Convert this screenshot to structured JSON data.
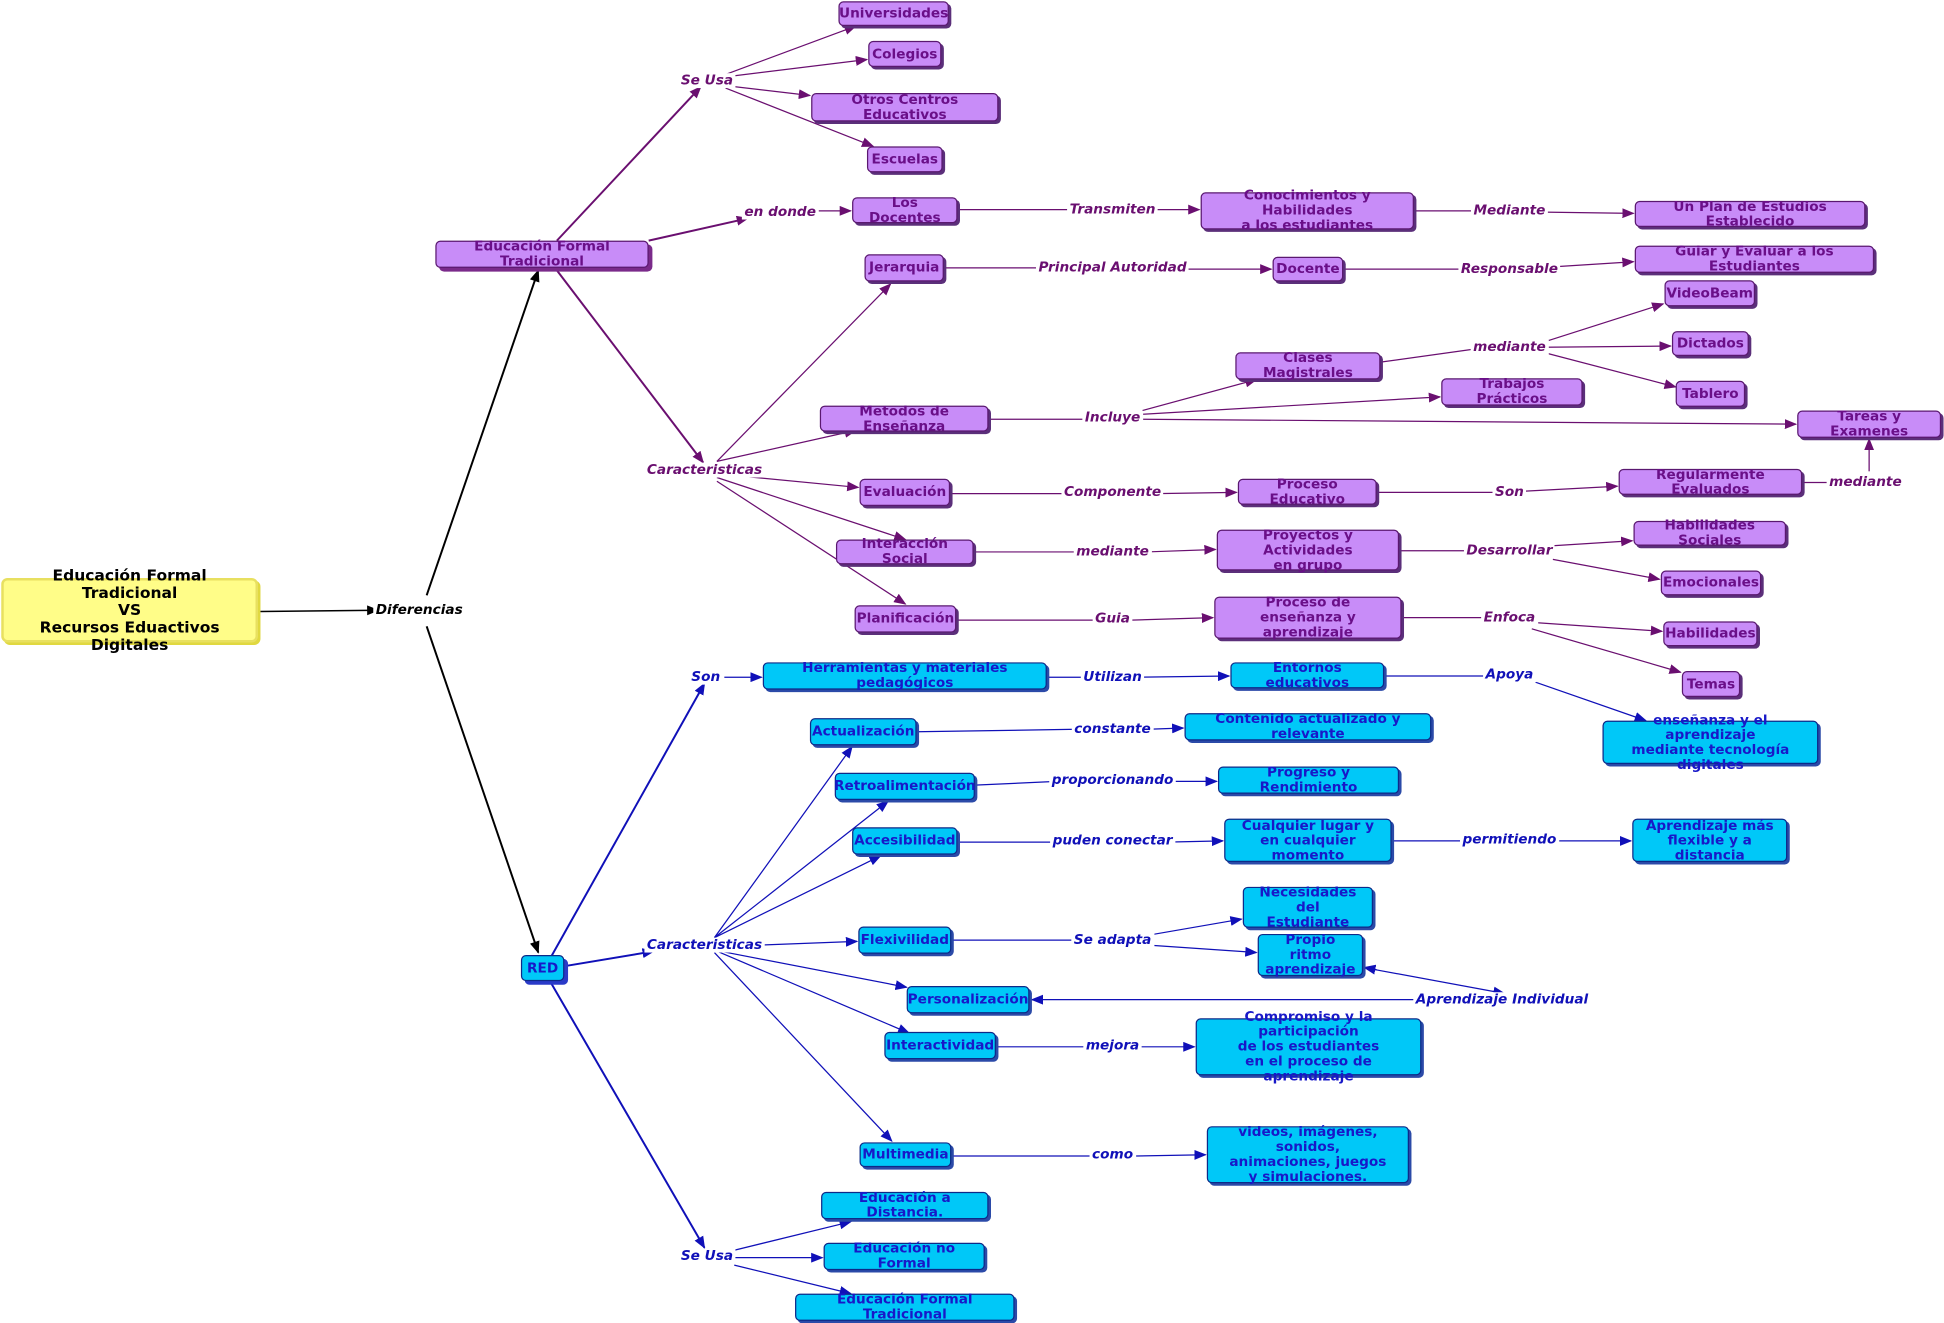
{
  "colors": {
    "traditional": "#c88cf8",
    "traditional_text": "#6a0f88",
    "traditional_line": "#6a0f70",
    "red": "#00c8f8",
    "red_text": "#1818c8",
    "red_line": "#1010b8",
    "root": "#fffd88"
  },
  "root": {
    "title": "Educación Formal Tradicional\nVS\nRecursos Eduactivos Digitales"
  },
  "linking": {
    "diferencias": "Diferencias",
    "se_usa_top": "Se Usa",
    "en_donde": "en donde",
    "caracteristicas_top": "Caracteristicas",
    "transmiten": "Transmiten",
    "mediante_plan": "Mediante",
    "principal_autoridad": "Principal Autoridad",
    "responsable": "Responsable",
    "mediante_clases": "mediante",
    "incluye": "Incluye",
    "componente": "Componente",
    "son_eval": "Son",
    "mediante_tareas": "mediante",
    "mediante_proyectos": "mediante",
    "desarrollar": "Desarrollar",
    "guia": "Guia",
    "enfoca": "Enfoca",
    "son_red": "Son",
    "utilizan": "Utilizan",
    "apoya": "Apoya",
    "caracteristicas_red": "Caracteristicas",
    "constante": "constante",
    "proporcionando": "proporcionando",
    "puden_conectar": "puden conectar",
    "permitiendo": "permitiendo",
    "se_adapta": "Se adapta",
    "aprendizaje_individual": "Aprendizaje Individual",
    "mejora": "mejora",
    "como": "como",
    "se_usa_red": "Se Usa"
  },
  "traditional": {
    "main": "Educación Formal Tradicional",
    "universidades": "Universidades",
    "colegios": "Colegios",
    "otros_centros": "Otros Centros Educativos",
    "escuelas": "Escuelas",
    "los_docentes": "Los Docentes",
    "conocimientos": "Conocimientos y Habilidades\na los estudiantes",
    "plan_estudios": "Un Plan de Estudios Establecido",
    "jerarquia": "Jerarquia",
    "docente": "Docente",
    "guiar_evaluar": "Guiar y Evaluar a los Estudiantes",
    "videobeam": "VideoBeam",
    "dictados": "Dictados",
    "tablero": "Tablero",
    "clases_magistrales": "Clases Magistrales",
    "trabajos_practicos": "Trabajos Prácticos",
    "metodos": "Metodos de Enseñanza",
    "tareas_examenes": "Tareas y Examenes",
    "evaluacion": "Evaluación",
    "proceso_educativo": "Proceso Educativo",
    "regularmente": "Regularmente Evaluados",
    "interaccion": "Interacción Social",
    "proyectos": "Proyectos y Actividades\nen grupo",
    "habilidades_sociales": "Habilidades Sociales",
    "emocionales": "Emocionales",
    "planificacion": "Planificación",
    "proceso_ensenanza": "Proceso de\nenseñanza y aprendizaje",
    "habilidades": "Habilidades",
    "temas": "Temas"
  },
  "red": {
    "main": "RED",
    "herramientas": "Herramientas y materiales pedagógicos",
    "entornos": "Entornos educativos",
    "ensenanza_digital": "enseñanza y el aprendizaje\nmediante tecnología digitales",
    "actualizacion": "Actualización",
    "contenido": "Contenido actualizado y relevante",
    "retroalimentacion": "Retroalimentación",
    "progreso": "Progreso y Rendimiento",
    "accesibilidad": "Accesibilidad",
    "cualquier_lugar": "Cualquier lugar y\nen cualquier momento",
    "aprendizaje_flexible": "Aprendizaje más\nflexible y a distancia",
    "flexibilidad": "Flexivilidad",
    "necesidades": "Necesidades del\nEstudiante",
    "propio_ritmo": "Propio ritmo\naprendizaje",
    "personalizacion": "Personalización",
    "interactividad": "Interactividad",
    "compromiso": "Compromiso y la participación\nde los estudiantes\nen el proceso de aprendizaje",
    "multimedia": "Multimedia",
    "videos": "videos, imágenes, sonidos,\nanimaciones, juegos\ny simulaciones.",
    "distancia": "Educación a Distancia.",
    "no_formal": "Educación no Formal",
    "formal_tradicional": "Educación Formal Tradicional"
  }
}
